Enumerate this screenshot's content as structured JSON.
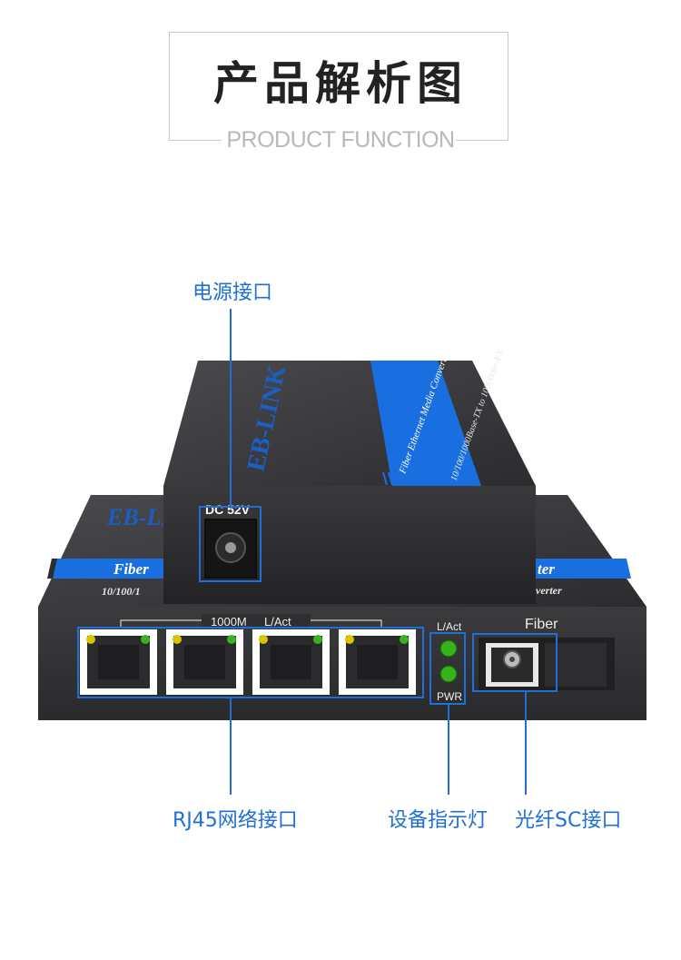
{
  "header": {
    "title": "产品解析图",
    "subtitle": "PRODUCT FUNCTION"
  },
  "device": {
    "brand": "EB-LINK",
    "top_label_line1": "Fiber  Ethernet  Media  Converter",
    "top_label_line2": "10/100/1000Base-TX to 1000Base-FX",
    "front_label": "Fiber",
    "front_label_end": "ter",
    "front_speed": "10/100/1",
    "front_speed_end": "verter",
    "dc_label": "DC 52V",
    "port_group_label_a": "1000M",
    "port_group_label_b": "L/Act",
    "led_top_label": "L/Act",
    "led_bottom_label": "PWR",
    "fiber_label": "Fiber"
  },
  "callouts": {
    "power": "电源接口",
    "rj45": "RJ45网络接口",
    "indicator": "设备指示灯",
    "fiber_sc": "光纤SC接口"
  },
  "colors": {
    "accent": "#1f6fd6",
    "body": "#2b2b2d",
    "stripe": "#1a6fe0",
    "led_green": "#38b31d",
    "led_yellow": "#d8c400"
  }
}
